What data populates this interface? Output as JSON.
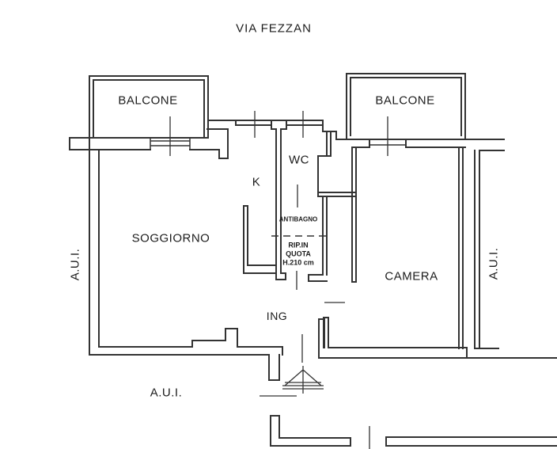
{
  "page": {
    "background_color": "#ffffff",
    "line_color": "#333333",
    "text_color": "#1c1c1c"
  },
  "labels": {
    "street": "VIA FEZZAN",
    "balcony_left": "BALCONE",
    "balcony_right": "BALCONE",
    "living_room": "SOGGIORNO",
    "kitchen": "K",
    "wc": "WC",
    "antibagno": "ANTIBAGNO",
    "storage_line1": "RIP.IN",
    "storage_line2": "QUOTA",
    "storage_line3": "H.210 cm",
    "bedroom": "CAMERA",
    "entrance": "ING",
    "aui_left": "A.U.I.",
    "aui_right": "A.U.I.",
    "aui_bottom": "A.U.I."
  }
}
